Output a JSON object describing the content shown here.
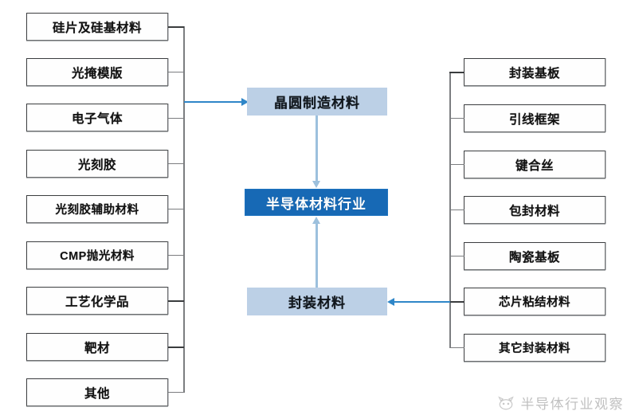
{
  "diagram": {
    "title": "半导体材料行业",
    "colors": {
      "accent_blue": "#1769b5",
      "light_blue": "#bcd0e6",
      "arrow_blue": "#2f86c8",
      "connector_gray": "#7b7d80",
      "box_border": "#3b3d3f"
    },
    "center_nodes": [
      {
        "label": "晶圆制造材料",
        "style": "light"
      },
      {
        "label": "半导体材料行业",
        "style": "dark"
      },
      {
        "label": "封装材料",
        "style": "light"
      }
    ],
    "left_group": {
      "name": "晶圆制造材料",
      "items": [
        {
          "label": "硅片及硅基材料"
        },
        {
          "label": "光掩模版"
        },
        {
          "label": "电子气体"
        },
        {
          "label": "光刻胶"
        },
        {
          "label": "光刻胶辅助材料"
        },
        {
          "label": "CMP抛光材料"
        },
        {
          "label": "工艺化学品"
        },
        {
          "label": "靶材"
        },
        {
          "label": "其他"
        }
      ]
    },
    "right_group": {
      "name": "封装材料",
      "items": [
        {
          "label": "封装基板"
        },
        {
          "label": "引线框架"
        },
        {
          "label": "键合丝"
        },
        {
          "label": "包封材料"
        },
        {
          "label": "陶瓷基板"
        },
        {
          "label": "芯片粘结材料"
        },
        {
          "label": "其它封装材料"
        }
      ]
    }
  },
  "watermark": {
    "text": "半导体行业观察",
    "icon": "cat-face-logo"
  }
}
